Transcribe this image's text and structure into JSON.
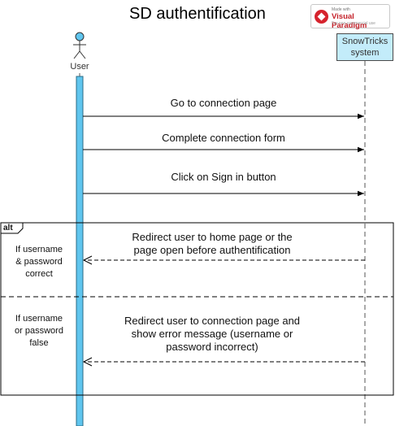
{
  "diagram": {
    "title": "SD authentification",
    "watermark": {
      "made_with": "Made with",
      "brand": "Visual Paradigm",
      "note": "For non-commercial use"
    },
    "actor": {
      "label": "User"
    },
    "system": {
      "line1": "SnowTricks",
      "line2": "system"
    },
    "messages": [
      {
        "text": "Go to connection page"
      },
      {
        "text": "Complete connection form"
      },
      {
        "text": "Click on Sign in button"
      }
    ],
    "alt": {
      "label": "alt",
      "branches": [
        {
          "guard_lines": [
            "If username",
            "& password",
            "correct"
          ],
          "reply_lines": [
            "Redirect user to home page or the",
            "page open before authentification"
          ]
        },
        {
          "guard_lines": [
            "If username",
            "or password",
            "false"
          ],
          "reply_lines": [
            "Redirect user to connection page and",
            "show error message (username or",
            "password incorrect)"
          ]
        }
      ]
    },
    "colors": {
      "activation": "#5fc5ee",
      "system_box": "#c3ecfa",
      "actor_head": "#5fc5ee",
      "line": "#000000"
    }
  }
}
